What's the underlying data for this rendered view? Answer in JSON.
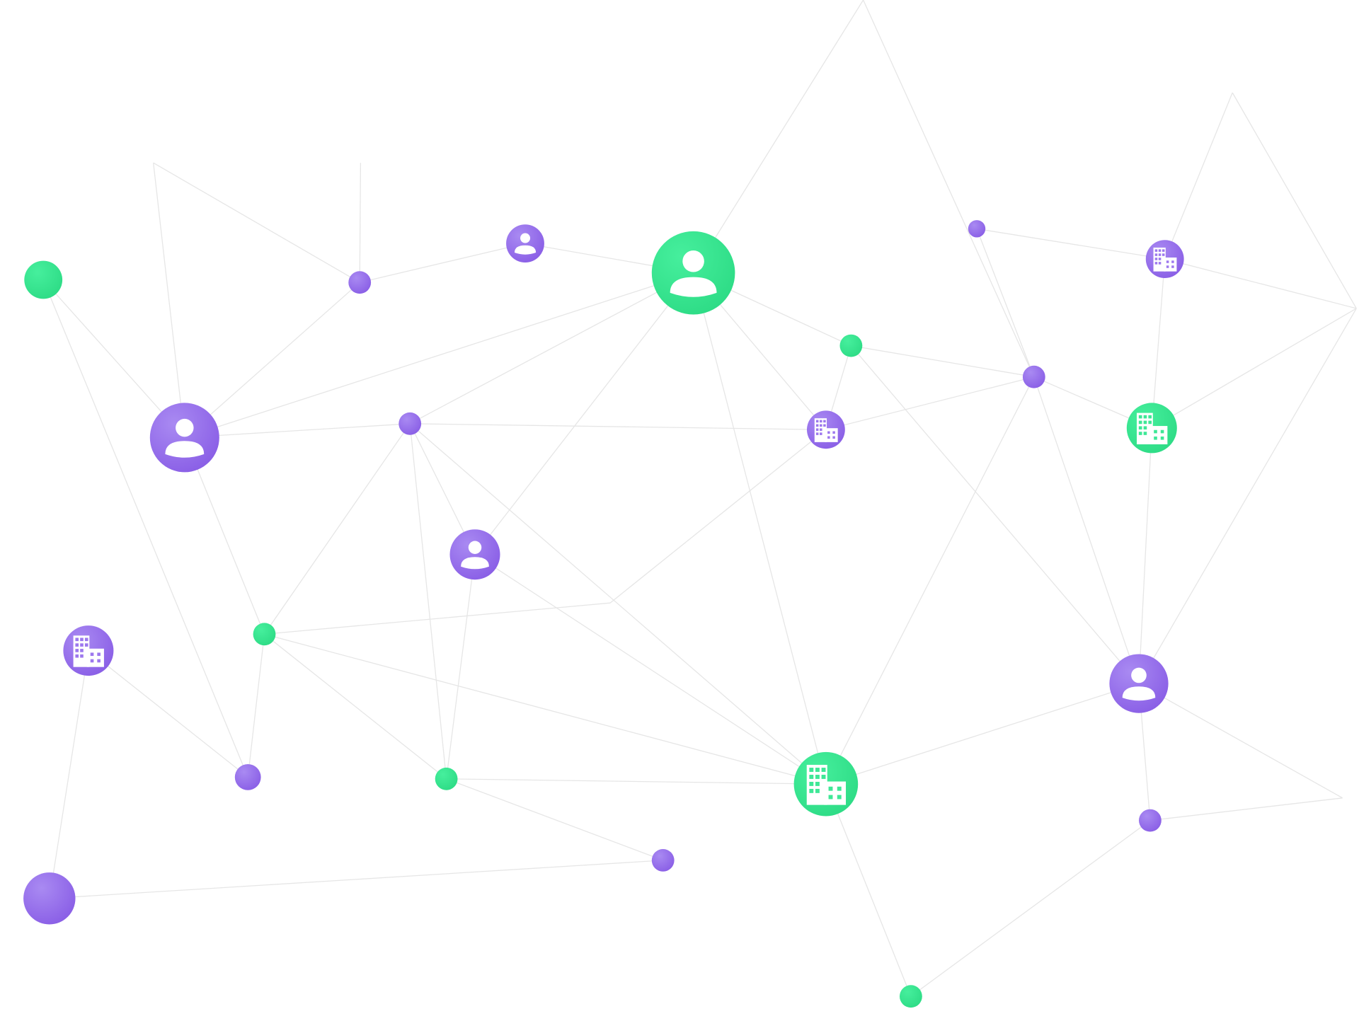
{
  "colors": {
    "purple": "#9d78ee",
    "purple_dark": "#8a5fe6",
    "green": "#3ee896",
    "green_dark": "#2edc86",
    "edge": "#e6e6e6",
    "icon": "#ffffff",
    "background": "#ffffff"
  },
  "node_icons": [
    "none",
    "person-icon",
    "building-icon"
  ],
  "node_colors": [
    "purple",
    "green"
  ]
}
